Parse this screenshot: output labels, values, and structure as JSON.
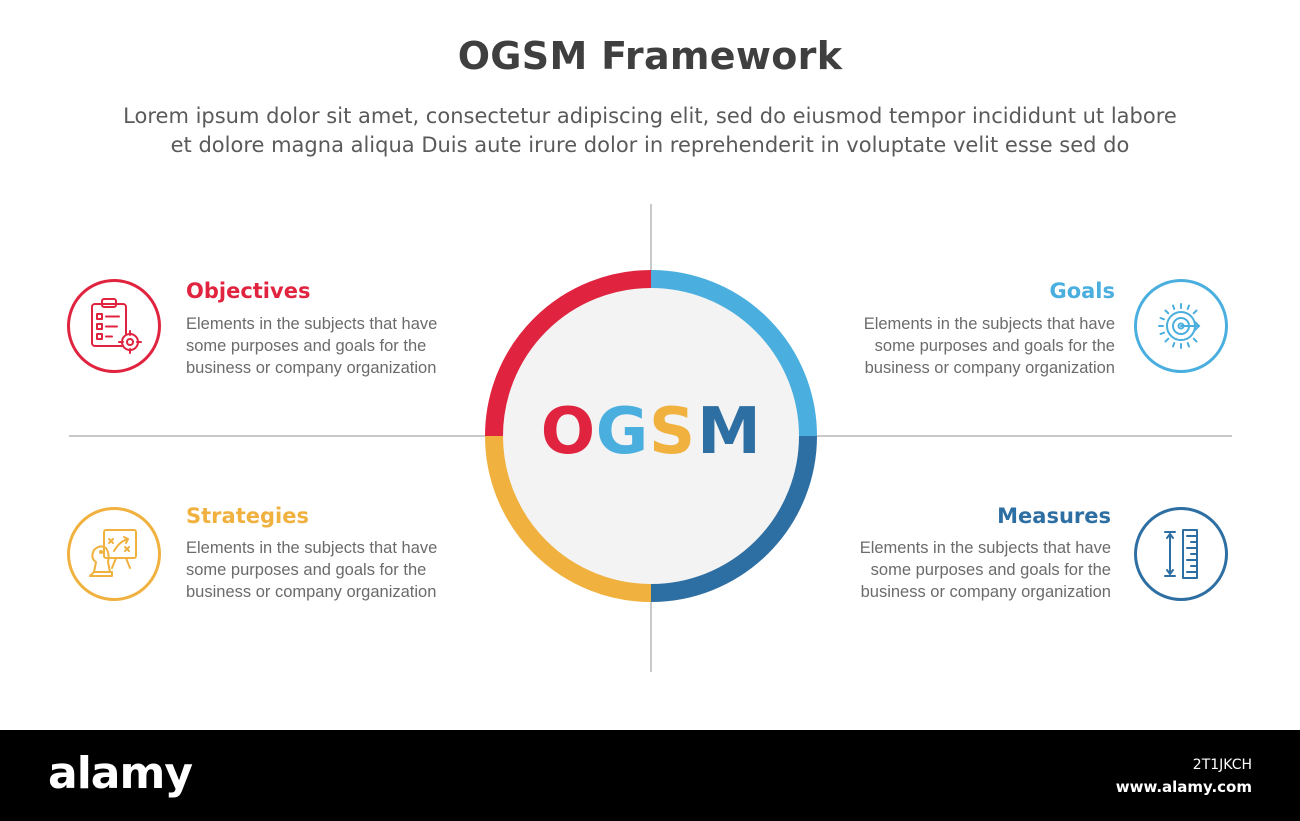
{
  "header": {
    "title": "OGSM Framework",
    "subtitle_line1": "Lorem ipsum dolor sit amet, consectetur adipiscing elit, sed do eiusmod tempor incididunt ut labore",
    "subtitle_line2": "et dolore magna aliqua Duis aute irure dolor in reprehenderit in voluptate velit esse sed do"
  },
  "center": {
    "letters": [
      "O",
      "G",
      "S",
      "M"
    ]
  },
  "items": {
    "objectives": {
      "title": "Objectives",
      "desc_line1": "Elements in the subjects that have",
      "desc_line2": "some purposes and goals for the",
      "desc_line3": "business or company organization",
      "color": "#e0243f",
      "icon": "clipboard-target-icon"
    },
    "goals": {
      "title": "Goals",
      "desc_line1": "Elements in the subjects that have",
      "desc_line2": "some purposes and goals for the",
      "desc_line3": "business or company organization",
      "color": "#4aafde",
      "icon": "bullseye-icon"
    },
    "strategies": {
      "title": "Strategies",
      "desc_line1": "Elements in the subjects that have",
      "desc_line2": "some purposes and goals for the",
      "desc_line3": "business or company organization",
      "color": "#f0b13f",
      "icon": "chess-strategy-board-icon"
    },
    "measures": {
      "title": "Measures",
      "desc_line1": "Elements in the subjects that have",
      "desc_line2": "some purposes and goals for the",
      "desc_line3": "business or company organization",
      "color": "#2e6fa3",
      "icon": "ruler-measure-icon"
    }
  },
  "footer": {
    "logo": "alamy",
    "image_id": "2T1JKCH",
    "url": "www.alamy.com"
  }
}
